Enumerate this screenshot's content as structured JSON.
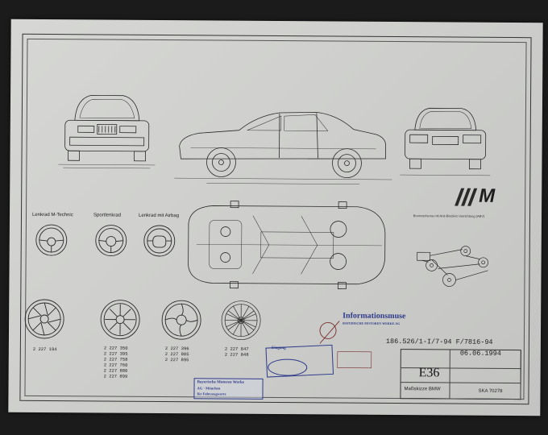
{
  "sheet": {
    "model": "E36",
    "make_line": "Maßskizze BMW",
    "drawing_number": "186.526/1-I/7-94 F/7816-94",
    "date": "06.06.1994",
    "part_no": "SKA 70278"
  },
  "labels": {
    "wheel_m_technic": "Lenkrad M-Technic",
    "wheel_sport": "Sportlenkrad",
    "wheel_airbag": "Lenkrad mit Airbag",
    "brake_title": "Bremsschema mit Anti-Blockier-Vorrichtung (ABV)"
  },
  "wheels": [
    {
      "codes": "2 227 194"
    },
    {
      "codes": "2 227 350\n2 227 395\n2 227 758\n2 227 760\n2 227 880\n2 227 899"
    },
    {
      "codes": "2 227 396\n2 227 885\n2 227 895"
    },
    {
      "codes": "2 227 847\n2 227 848"
    }
  ],
  "stamps": {
    "info_title": "Informationsmuse",
    "info_sub": "BAYERISCHE MOTOREN WERKE AG",
    "blue_box_line1": "Bayerische Motoren Werke",
    "blue_box_line2": "AG · München",
    "blue_box_line3": "für Fahrzeugwerte",
    "eingang": "Eingang"
  },
  "logo": {
    "text": "M"
  }
}
